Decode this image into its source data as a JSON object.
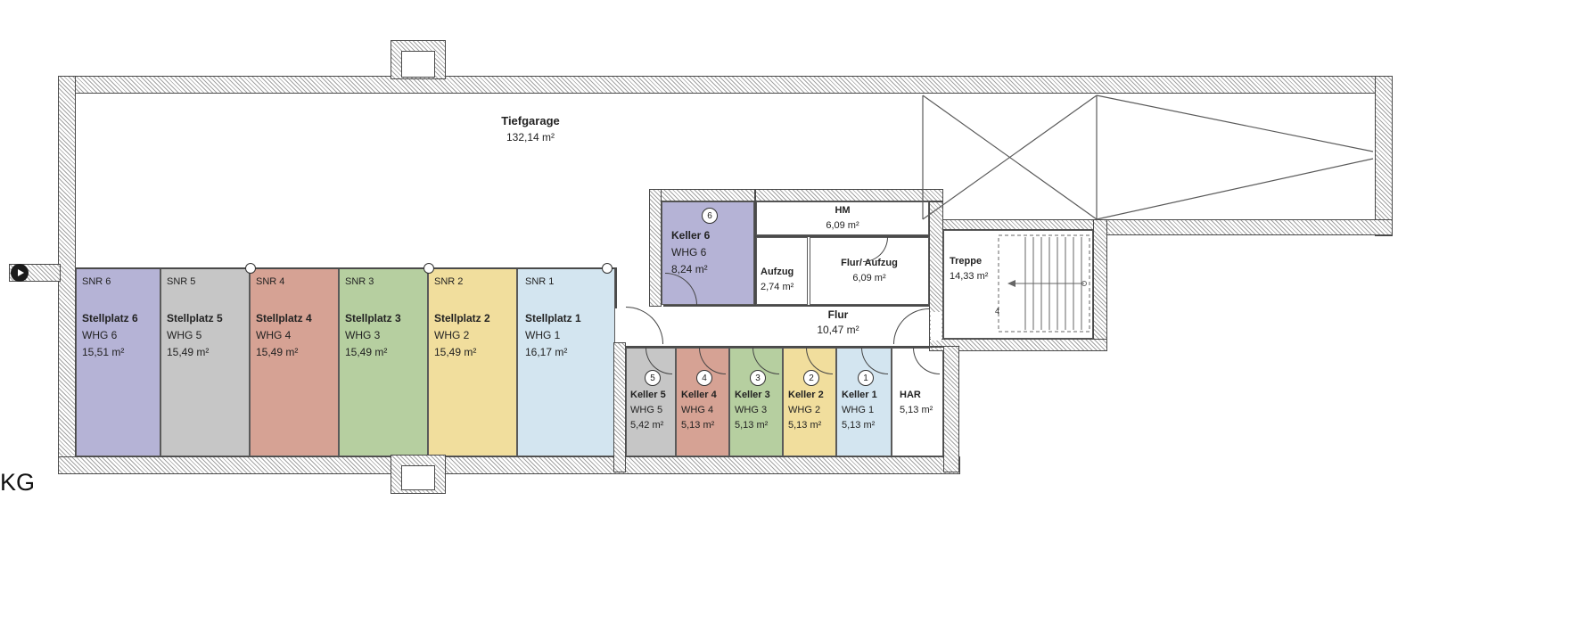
{
  "floor_label": "KG",
  "garage": {
    "name": "Tiefgarage",
    "area": "132,14 m²"
  },
  "stalls": [
    {
      "snr": "SNR 6",
      "name": "Stellplatz 6",
      "whg": "WHG 6",
      "area": "15,51 m²",
      "color": "#b5b3d6"
    },
    {
      "snr": "SNR 5",
      "name": "Stellplatz 5",
      "whg": "WHG 5",
      "area": "15,49 m²",
      "color": "#c6c6c6"
    },
    {
      "snr": "SNR 4",
      "name": "Stellplatz 4",
      "whg": "WHG 4",
      "area": "15,49 m²",
      "color": "#d6a294"
    },
    {
      "snr": "SNR 3",
      "name": "Stellplatz 3",
      "whg": "WHG 3",
      "area": "15,49 m²",
      "color": "#b6cfa0"
    },
    {
      "snr": "SNR 2",
      "name": "Stellplatz 2",
      "whg": "WHG 2",
      "area": "15,49 m²",
      "color": "#f1de9d"
    },
    {
      "snr": "SNR 1",
      "name": "Stellplatz 1",
      "whg": "WHG 1",
      "area": "16,17 m²",
      "color": "#d3e5f0"
    }
  ],
  "kellers": [
    {
      "num": "6",
      "name": "Keller 6",
      "whg": "WHG 6",
      "area": "8,24 m²",
      "color": "#b5b3d6"
    },
    {
      "num": "5",
      "name": "Keller 5",
      "whg": "WHG 5",
      "area": "5,42 m²",
      "color": "#c6c6c6"
    },
    {
      "num": "4",
      "name": "Keller 4",
      "whg": "WHG 4",
      "area": "5,13 m²",
      "color": "#d6a294"
    },
    {
      "num": "3",
      "name": "Keller 3",
      "whg": "WHG 3",
      "area": "5,13 m²",
      "color": "#b6cfa0"
    },
    {
      "num": "2",
      "name": "Keller 2",
      "whg": "WHG 2",
      "area": "5,13 m²",
      "color": "#f1de9d"
    },
    {
      "num": "1",
      "name": "Keller 1",
      "whg": "WHG 1",
      "area": "5,13 m²",
      "color": "#d3e5f0"
    }
  ],
  "rooms": {
    "hm": {
      "name": "HM",
      "area": "6,09 m²"
    },
    "aufzug": {
      "name": "Aufzug",
      "area": "2,74 m²"
    },
    "flur_aufzug": {
      "name": "Flur/ Aufzug",
      "area": "6,09 m²"
    },
    "treppe": {
      "name": "Treppe",
      "area": "14,33 m²"
    },
    "flur": {
      "name": "Flur",
      "area": "10,47 m²"
    },
    "har": {
      "name": "HAR",
      "area": "5,13 m²"
    }
  },
  "stairs": {
    "mark": "4"
  }
}
